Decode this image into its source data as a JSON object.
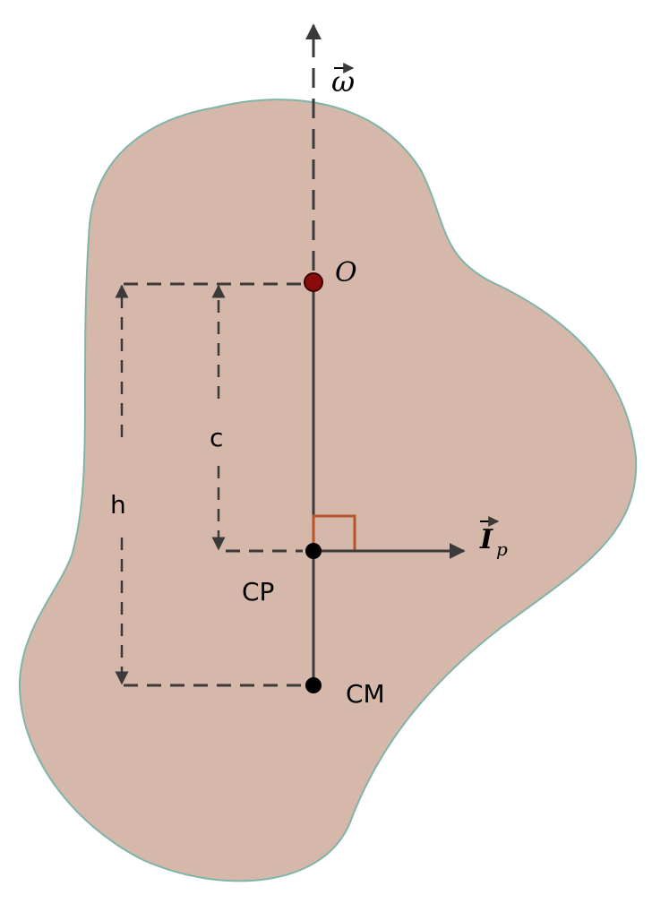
{
  "diagram": {
    "labels": {
      "omega": "ω",
      "origin": "O",
      "c": "c",
      "h": "h",
      "cp": "CP",
      "cm": "CM",
      "impulse_symbol": "I",
      "impulse_subscript": "p"
    },
    "colors": {
      "body_fill": "#d5b8aa",
      "body_outline": "#7fb5a8",
      "line": "#3a3a3a",
      "pivot_fill": "#8b0a0a",
      "point_fill": "#000000",
      "right_angle_marker": "#b5552a"
    }
  }
}
